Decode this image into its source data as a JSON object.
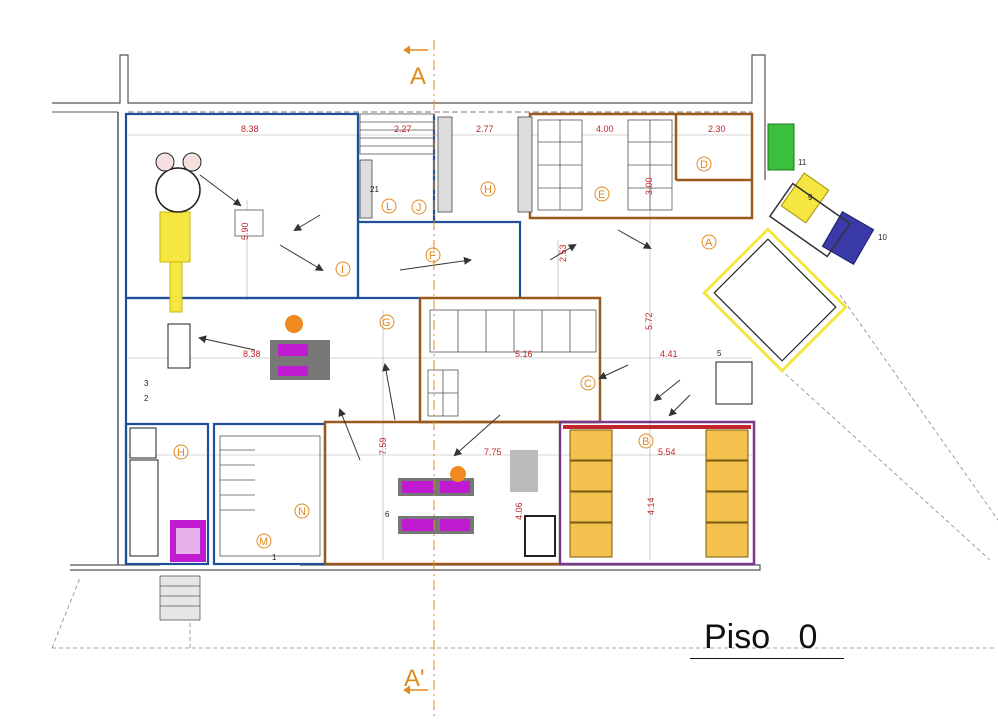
{
  "section_marks": {
    "top": "A",
    "bottom": "A'"
  },
  "title": {
    "label": "Piso",
    "number": "0"
  },
  "dimensions": [
    "8.38",
    "2.27",
    "2.77",
    "4.00",
    "2.30",
    "5.90",
    "3.00",
    "2.53",
    "5.72",
    "8.38",
    "5.16",
    "4.41",
    "7.59",
    "7.75",
    "4.06",
    "4.14",
    "5.54"
  ],
  "zones": [
    "A",
    "B",
    "C",
    "D",
    "E",
    "F",
    "G",
    "H",
    "I",
    "J",
    "L",
    "M",
    "N",
    "H"
  ],
  "equipment_numbers": [
    "1",
    "2",
    "3",
    "5",
    "6",
    "9",
    "10",
    "11",
    "21"
  ],
  "colors": {
    "wall": "#1f4f9a",
    "partition": "#9a5a1e",
    "cold_room": "#7a3a8a",
    "pallet": "#f2c14e",
    "yellow_equipment": "#f5e642",
    "green_equipment": "#3cbf3c",
    "blue_equipment": "#3a3aa8",
    "magenta_equipment": "#c01bd0",
    "zone_label": "#e08a1e",
    "dimension": "#c0262b",
    "section_line": "#e08a1e"
  }
}
